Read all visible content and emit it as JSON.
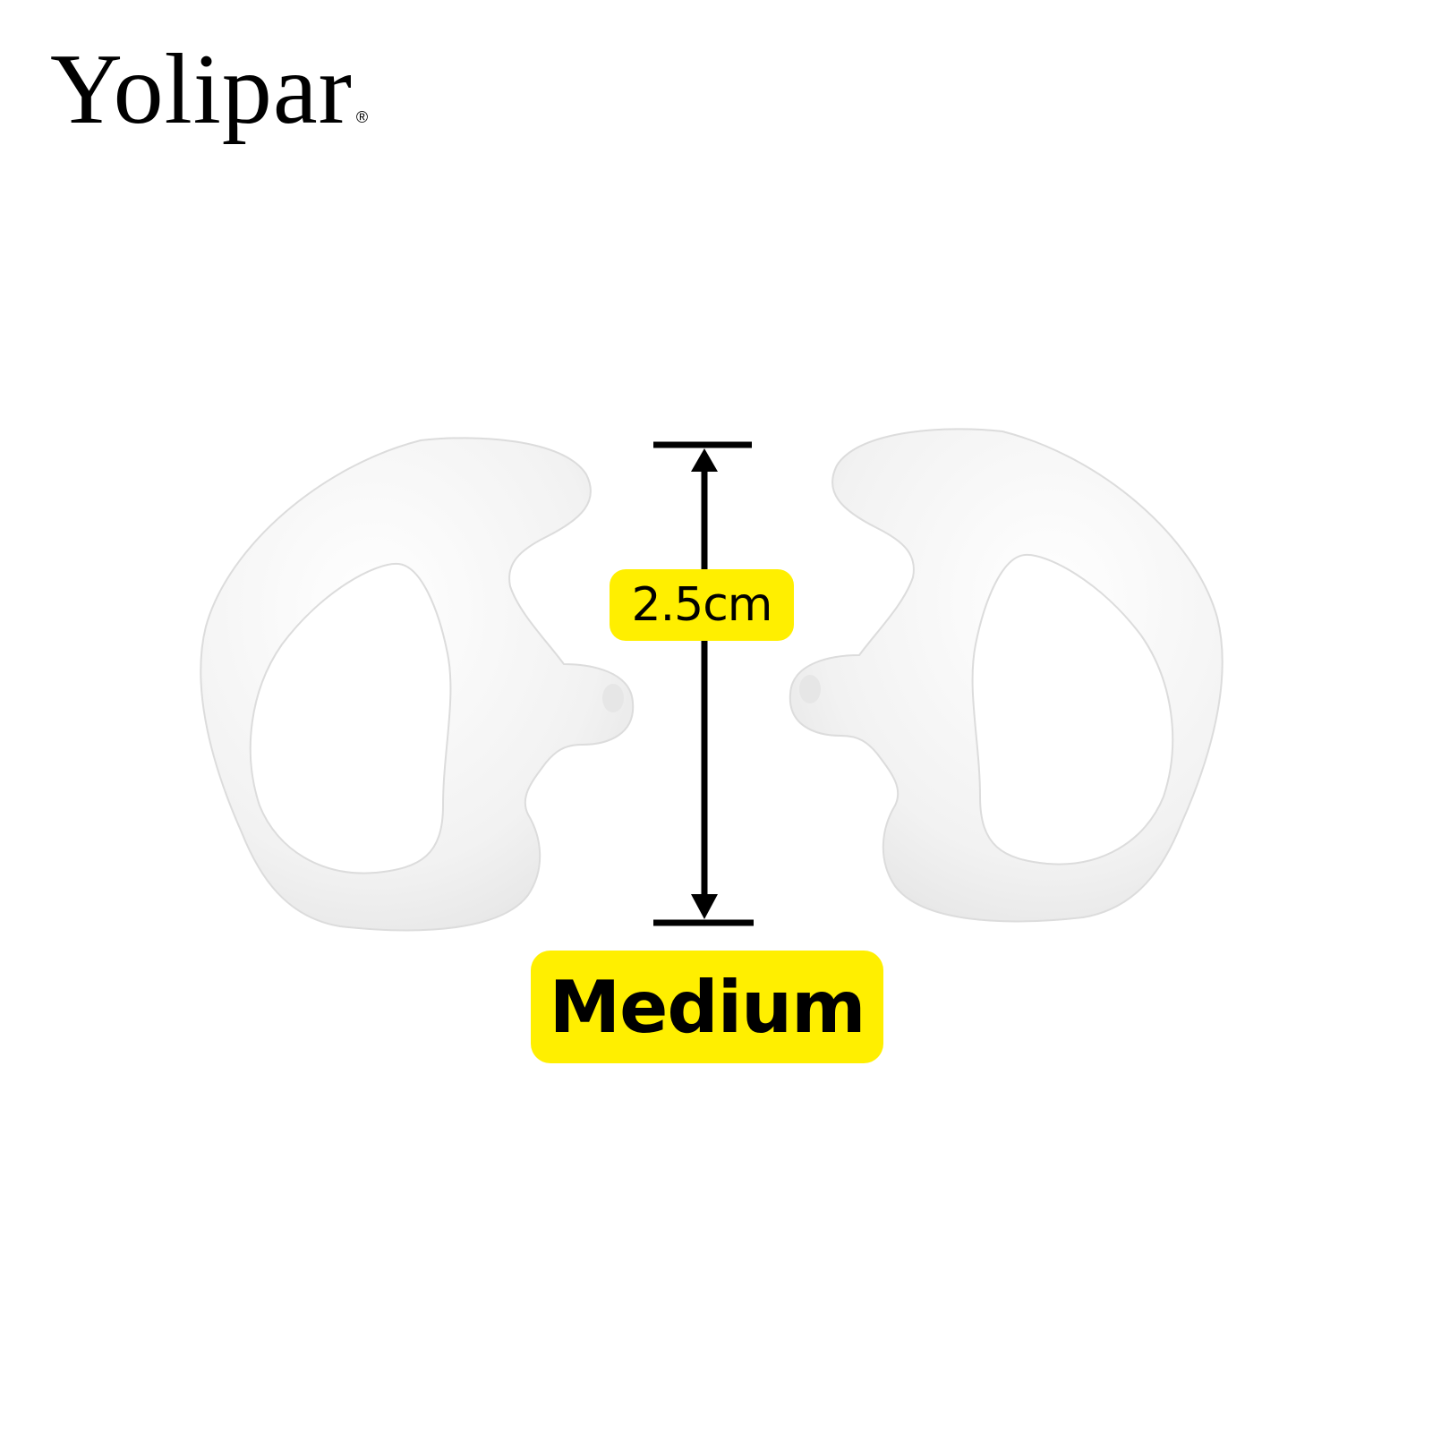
{
  "brand": {
    "name": "Yolipar",
    "trademark": "®"
  },
  "product": {
    "items": [
      "left-earmold",
      "right-earmold"
    ],
    "color": "#f4f4f4"
  },
  "measurement": {
    "value": "2.5cm",
    "badge_color": "#ffef00"
  },
  "size_label": {
    "text": "Medium",
    "badge_color": "#ffef00"
  }
}
